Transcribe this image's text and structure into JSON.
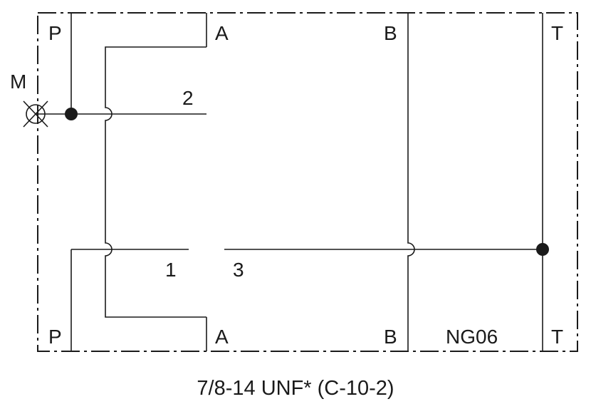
{
  "ports": {
    "p_top": "P",
    "p_bottom": "P",
    "a_top": "A",
    "a_bottom": "A",
    "b_top": "B",
    "b_bottom": "B",
    "t_top": "T",
    "t_bottom": "T"
  },
  "gauge_point": {
    "label": "M"
  },
  "lines": {
    "line_2": "2",
    "line_1": "1",
    "line_3": "3"
  },
  "size_label": "NG06",
  "caption": "7/8-14 UNF* (C-10-2)"
}
